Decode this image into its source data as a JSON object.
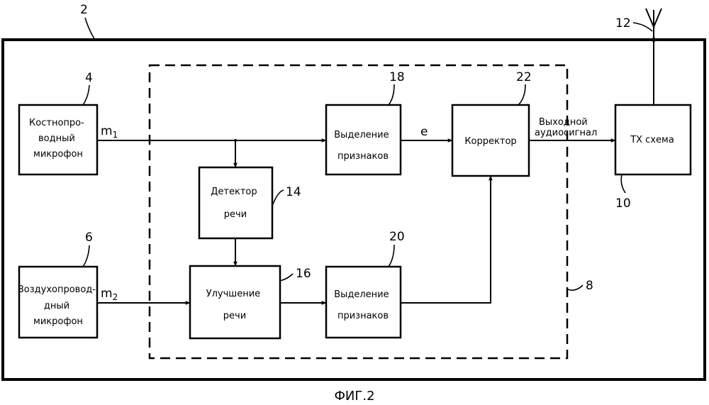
{
  "figure_caption": "ФИГ.2",
  "reference_numbers": {
    "device": "2",
    "bone_mic": "4",
    "air_mic": "6",
    "processor": "8",
    "tx": "10",
    "antenna": "12",
    "speech_detector": "14",
    "speech_enhance": "16",
    "feature_top": "18",
    "feature_bottom": "20",
    "corrector": "22"
  },
  "blocks": {
    "bone_mic": [
      "Костнопро-",
      "водный",
      "микрофон"
    ],
    "air_mic": [
      "Воздухопровод-",
      "дный",
      "микрофон"
    ],
    "speech_detector": [
      "Детектор",
      "речи"
    ],
    "speech_enhance": [
      "Улучшение",
      "речи"
    ],
    "feature_top": [
      "Выделение",
      "признаков"
    ],
    "feature_bottom": [
      "Выделение",
      "признаков"
    ],
    "corrector": [
      "Корректор"
    ],
    "tx": [
      "TX схема"
    ]
  },
  "signals": {
    "m1_base": "m",
    "m1_sub": "1",
    "m2_base": "m",
    "m2_sub": "2",
    "e": "e",
    "output": [
      "Выходной",
      "аудиосигнал"
    ]
  }
}
